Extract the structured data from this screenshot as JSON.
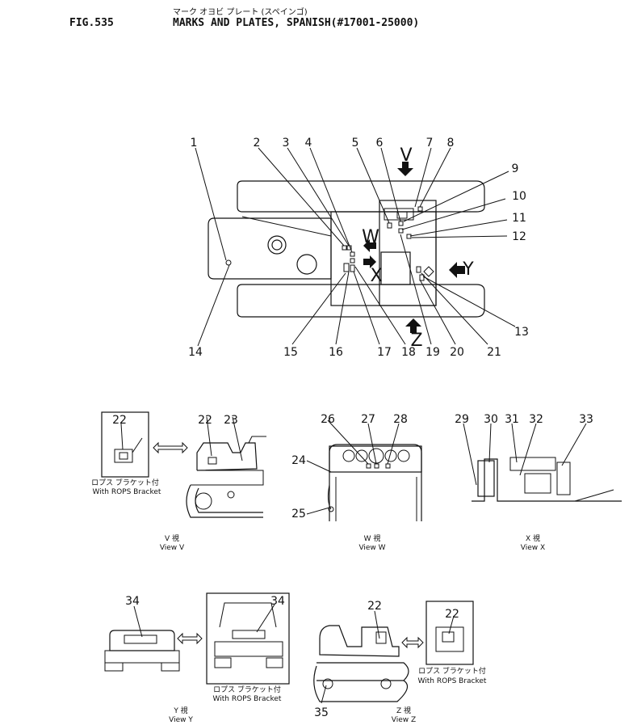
{
  "header": {
    "fig_label": "FIG.535",
    "jp_title": "マーク オヨビ プレート (スペインゴ)",
    "title": "MARKS AND PLATES, SPANISH(#17001-25000)"
  },
  "top_view": {
    "callouts": [
      "1",
      "2",
      "3",
      "4",
      "5",
      "6",
      "7",
      "8",
      "9",
      "10",
      "11",
      "12",
      "13",
      "14",
      "15",
      "16",
      "17",
      "18",
      "19",
      "20",
      "21"
    ],
    "arrows": [
      "V",
      "W",
      "X",
      "Y",
      "Z"
    ]
  },
  "view_v": {
    "callouts": [
      "22",
      "22",
      "23"
    ],
    "inset_jp": "ロプス ブラケット付",
    "inset_caption": "With ROPS Bracket",
    "jp_label": "V 視",
    "label": "View V"
  },
  "view_w": {
    "callouts": [
      "26",
      "27",
      "28",
      "24",
      "25"
    ],
    "jp_label": "W 視",
    "label": "View W"
  },
  "view_x": {
    "callouts": [
      "29",
      "30",
      "31",
      "32",
      "33"
    ],
    "jp_label": "X 視",
    "label": "View X"
  },
  "view_y": {
    "callouts": [
      "34",
      "34"
    ],
    "inset_jp": "ロプス ブラケット付",
    "inset_caption": "With ROPS Bracket",
    "jp_label": "Y 視",
    "label": "View Y"
  },
  "view_z": {
    "callouts": [
      "22",
      "22",
      "35"
    ],
    "inset_jp": "ロプス ブラケット付",
    "inset_caption": "With ROPS Bracket",
    "jp_label": "Z 視",
    "label": "View Z"
  }
}
